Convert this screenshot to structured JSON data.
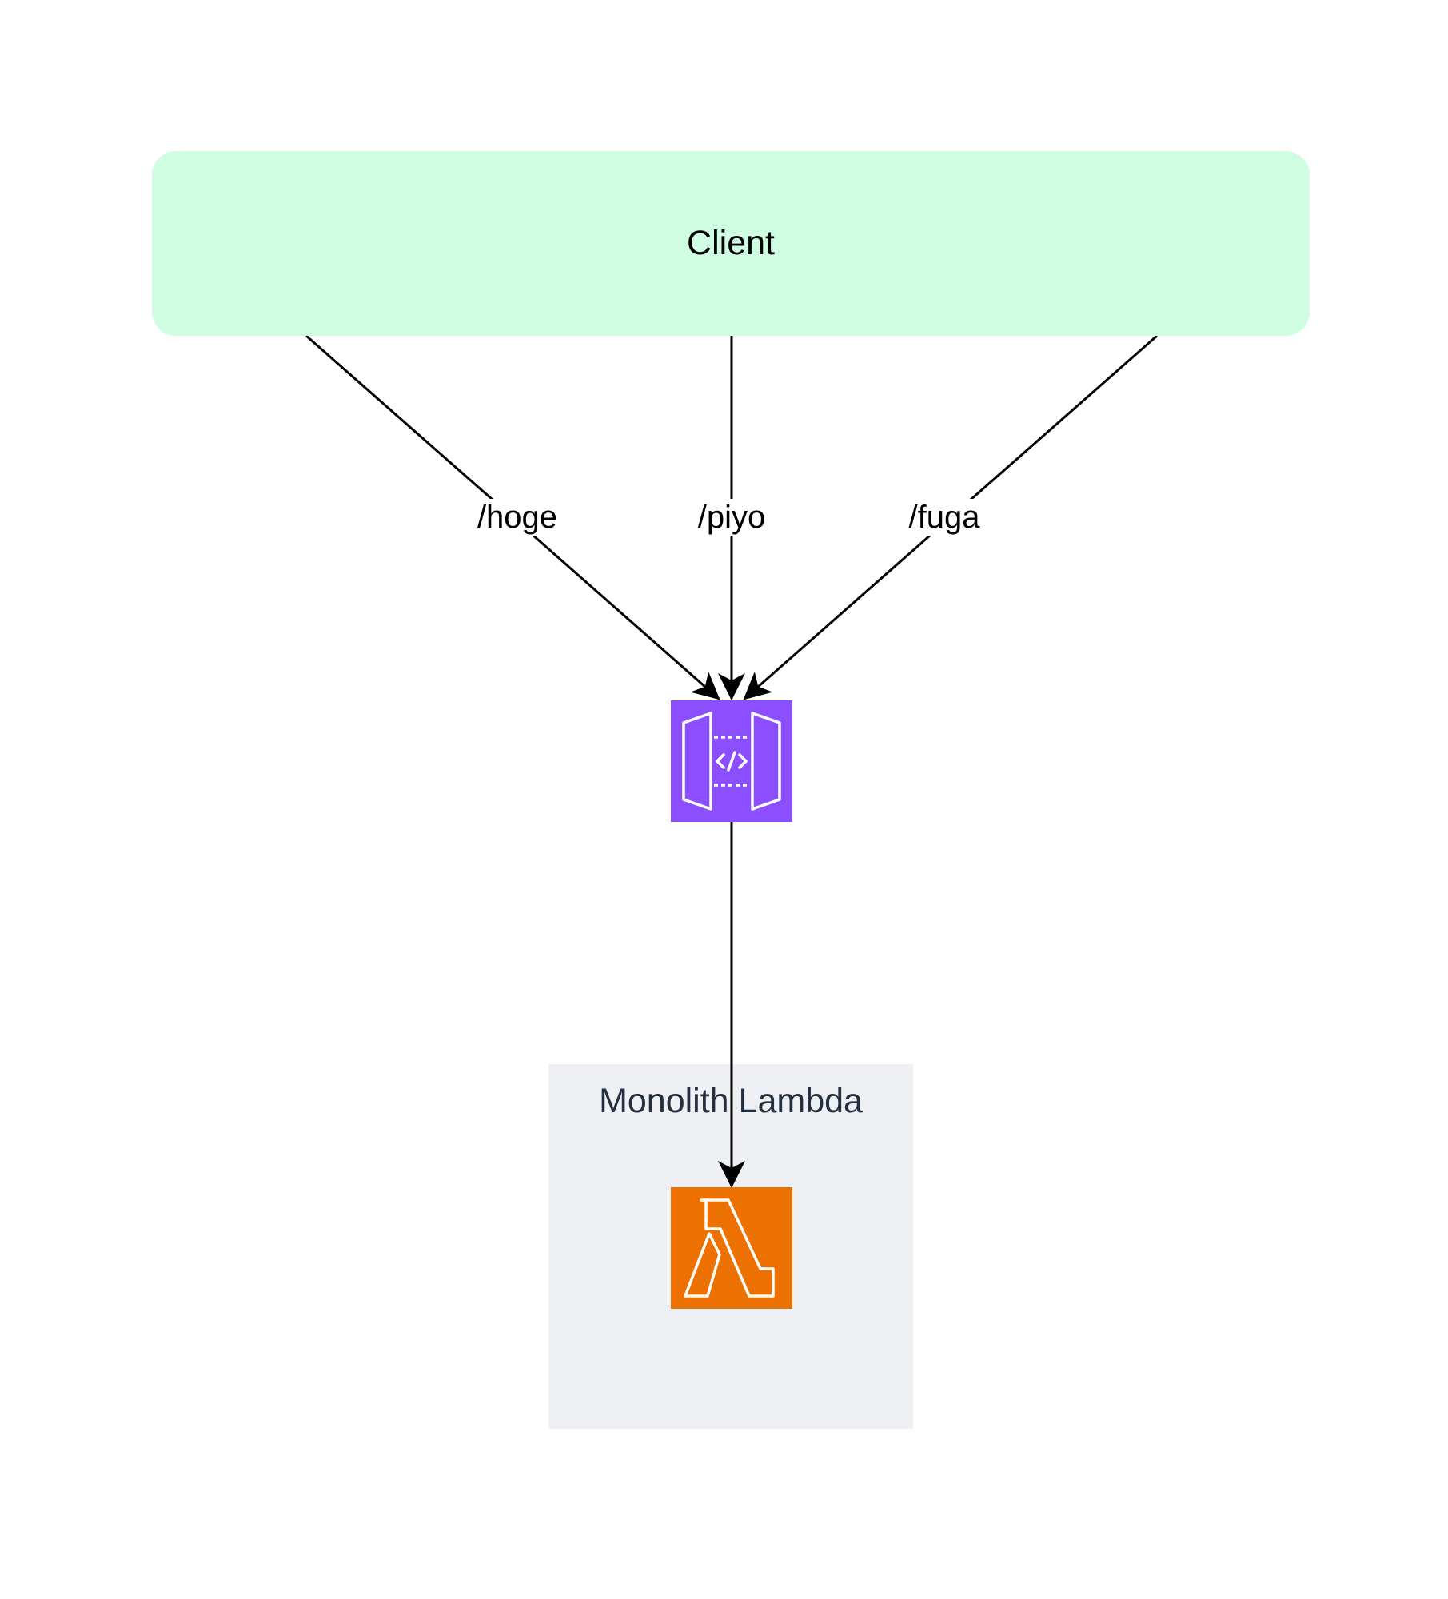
{
  "client": {
    "label": "Client",
    "fill_color": "#cefde2"
  },
  "routes": [
    {
      "label": "/hoge"
    },
    {
      "label": "/piyo"
    },
    {
      "label": "/fuga"
    }
  ],
  "api_gateway": {
    "icon": "api-gateway-icon",
    "color": "#8c4fff"
  },
  "lambda_group": {
    "label": "Monolith Lambda",
    "fill_color": "#eff0f3"
  },
  "lambda": {
    "icon": "lambda-icon",
    "color": "#ed7100"
  }
}
